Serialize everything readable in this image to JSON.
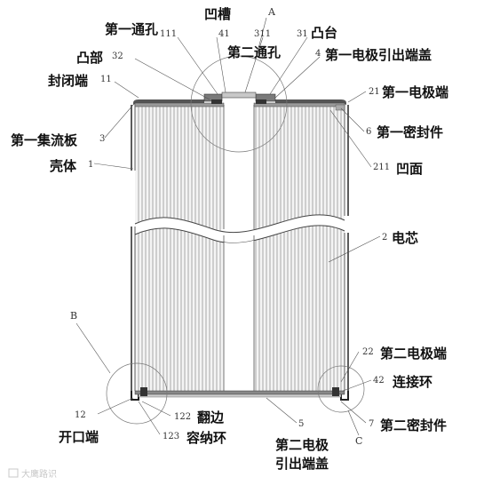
{
  "figure": {
    "detail_marks": [
      "A",
      "B",
      "C"
    ],
    "labels": [
      {
        "id": "groove",
        "num": "41",
        "text": "凹槽"
      },
      {
        "id": "first-through-hole",
        "num": "111",
        "text": "第一通孔"
      },
      {
        "id": "second-through-hole",
        "num": "311",
        "text": "第二通孔"
      },
      {
        "id": "boss",
        "num": "31",
        "text": "凸台"
      },
      {
        "id": "first-electrode-cap",
        "num": "4",
        "text": "第一电极引出端盖"
      },
      {
        "id": "convex-part",
        "num": "32",
        "text": "凸部"
      },
      {
        "id": "closed-end",
        "num": "11",
        "text": "封闭端"
      },
      {
        "id": "first-electrode-end",
        "num": "21",
        "text": "第一电极端"
      },
      {
        "id": "first-current-collector",
        "num": "3",
        "text": "第一集流板"
      },
      {
        "id": "first-seal",
        "num": "6",
        "text": "第一密封件"
      },
      {
        "id": "shell",
        "num": "1",
        "text": "壳体"
      },
      {
        "id": "concave-surface",
        "num": "211",
        "text": "凹面"
      },
      {
        "id": "cell-core",
        "num": "2",
        "text": "电芯"
      },
      {
        "id": "second-electrode-end",
        "num": "22",
        "text": "第二电极端"
      },
      {
        "id": "connecting-ring",
        "num": "42",
        "text": "连接环"
      },
      {
        "id": "open-end",
        "num": "12",
        "text": "开口端"
      },
      {
        "id": "flange",
        "num": "122",
        "text": "翻边"
      },
      {
        "id": "receiving-ring",
        "num": "123",
        "text": "容纳环"
      },
      {
        "id": "second-electrode-cap",
        "num": "5",
        "text": "第二电极"
      },
      {
        "id": "second-electrode-cap-line2",
        "num": "",
        "text": "引出端盖"
      },
      {
        "id": "second-seal",
        "num": "7",
        "text": "第二密封件"
      }
    ],
    "watermark": "大鹰路识"
  }
}
